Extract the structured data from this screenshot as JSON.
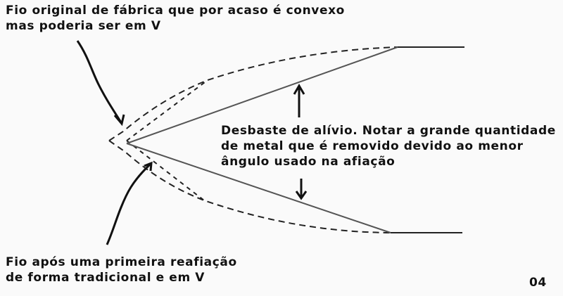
{
  "figure_number": "04",
  "labels": {
    "original_edge": {
      "lines": [
        "Fio original de fábrica que por acaso é convexo",
        "mas poderia ser em V"
      ]
    },
    "relief_grind": {
      "lines": [
        "Desbaste de alívio. Notar a grande quantidade",
        "de metal que é removido devido ao menor",
        "ângulo usado na afiação"
      ]
    },
    "resharpened_edge": {
      "lines": [
        "Fio após uma primeira reafiação",
        "de forma tradicional e em V"
      ]
    }
  },
  "legend_styles": {
    "original_convex_profile": "dashed",
    "first_v_resharpen_profile": "dashed-fine",
    "relief_grind_profile": "solid-gray",
    "blade_body": "solid-dark"
  },
  "colors": {
    "background": "#fafafa",
    "ink": "#111111",
    "relief_line": "#555555"
  }
}
